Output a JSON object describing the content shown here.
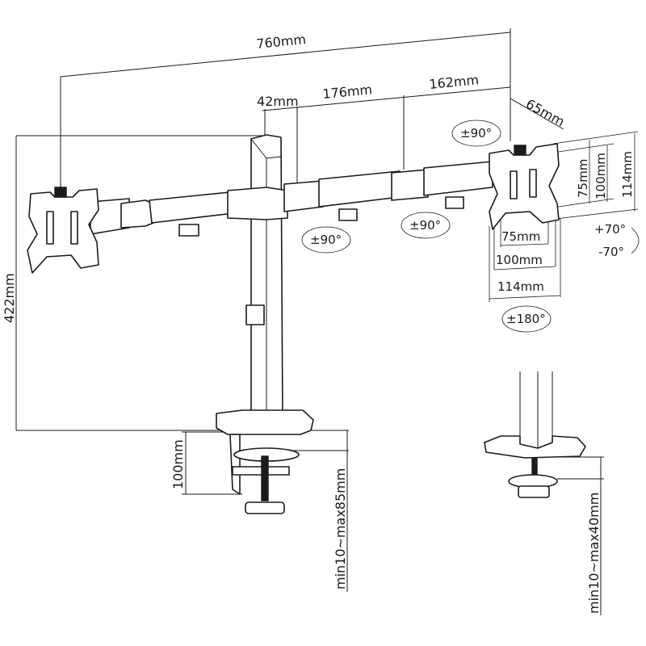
{
  "diagram": {
    "title": "Dual monitor desk mount dimensions",
    "dimensions": {
      "total_width": "760mm",
      "pole_offset": "42mm",
      "inner_arm": "176mm",
      "outer_arm": "162mm",
      "tilt_head_depth": "65mm",
      "height": "422mm",
      "clamp_depth": "100mm",
      "clamp_range": "min10~max85mm",
      "grommet_range": "min10~max40mm"
    },
    "vesa": {
      "horizontal": [
        "75mm",
        "100mm",
        "114mm"
      ],
      "vertical": [
        "75mm",
        "100mm",
        "114mm"
      ]
    },
    "rotations": {
      "head_swivel": "±90°",
      "inner_joint": "±90°",
      "outer_joint": "±90°",
      "tilt_up": "+70°",
      "tilt_down": "-70°",
      "rotate": "±180°"
    }
  }
}
